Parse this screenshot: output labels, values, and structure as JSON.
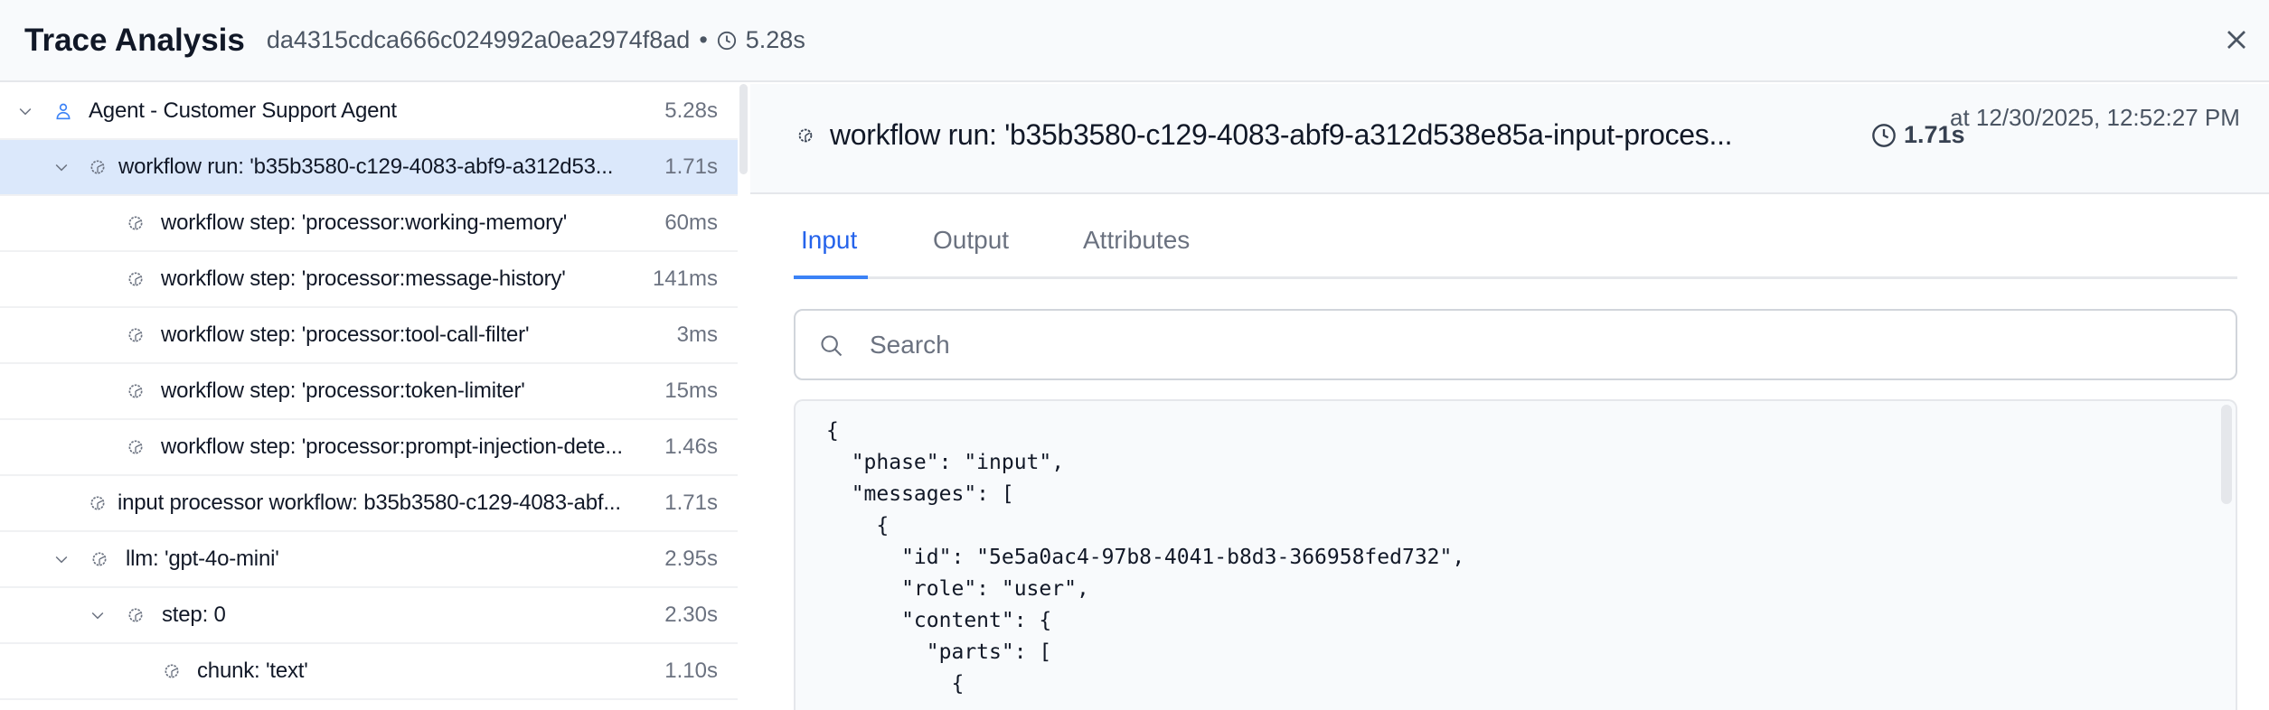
{
  "header": {
    "title": "Trace Analysis",
    "trace_id": "da4315cdca666c024992a0ea2974f8ad",
    "separator": "•",
    "duration": "5.28s"
  },
  "tree": [
    {
      "label": "Agent - Customer Support Agent",
      "duration": "5.28s",
      "icon": "user-icon",
      "expanded": true,
      "selected": false
    },
    {
      "label": "workflow run: 'b35b3580-c129-4083-abf9-a312d53...",
      "duration": "1.71s",
      "icon": "gear-icon",
      "expanded": true,
      "selected": true
    },
    {
      "label": "workflow step: 'processor:working-memory'",
      "duration": "60ms",
      "icon": "gear-icon"
    },
    {
      "label": "workflow step: 'processor:message-history'",
      "duration": "141ms",
      "icon": "gear-icon"
    },
    {
      "label": "workflow step: 'processor:tool-call-filter'",
      "duration": "3ms",
      "icon": "gear-icon"
    },
    {
      "label": "workflow step: 'processor:token-limiter'",
      "duration": "15ms",
      "icon": "gear-icon"
    },
    {
      "label": "workflow step: 'processor:prompt-injection-dete...",
      "duration": "1.46s",
      "icon": "gear-icon"
    },
    {
      "label": "input processor workflow: b35b3580-c129-4083-abf...",
      "duration": "1.71s",
      "icon": "gear-icon"
    },
    {
      "label": "llm: 'gpt-4o-mini'",
      "duration": "2.95s",
      "icon": "gear-icon",
      "expanded": true
    },
    {
      "label": "step: 0",
      "duration": "2.30s",
      "icon": "gear-icon",
      "expanded": true
    },
    {
      "label": "chunk: 'text'",
      "duration": "1.10s",
      "icon": "gear-icon"
    }
  ],
  "detail": {
    "title": "workflow run: 'b35b3580-c129-4083-abf9-a312d538e85a-input-proces...",
    "duration": "1.71s",
    "timestamp": "at 12/30/2025, 12:52:27 PM",
    "tabs": [
      "Input",
      "Output",
      "Attributes"
    ],
    "active_tab": "Input",
    "search_placeholder": "Search",
    "code": "{\n  \"phase\": \"input\",\n  \"messages\": [\n    {\n      \"id\": \"5e5a0ac4-97b8-4041-b8d3-366958fed732\",\n      \"role\": \"user\",\n      \"content\": {\n        \"parts\": [\n          {"
  },
  "colors": {
    "accent": "#2563eb",
    "selected_row": "#dbe8fb",
    "header_bg": "#f8fafc"
  }
}
